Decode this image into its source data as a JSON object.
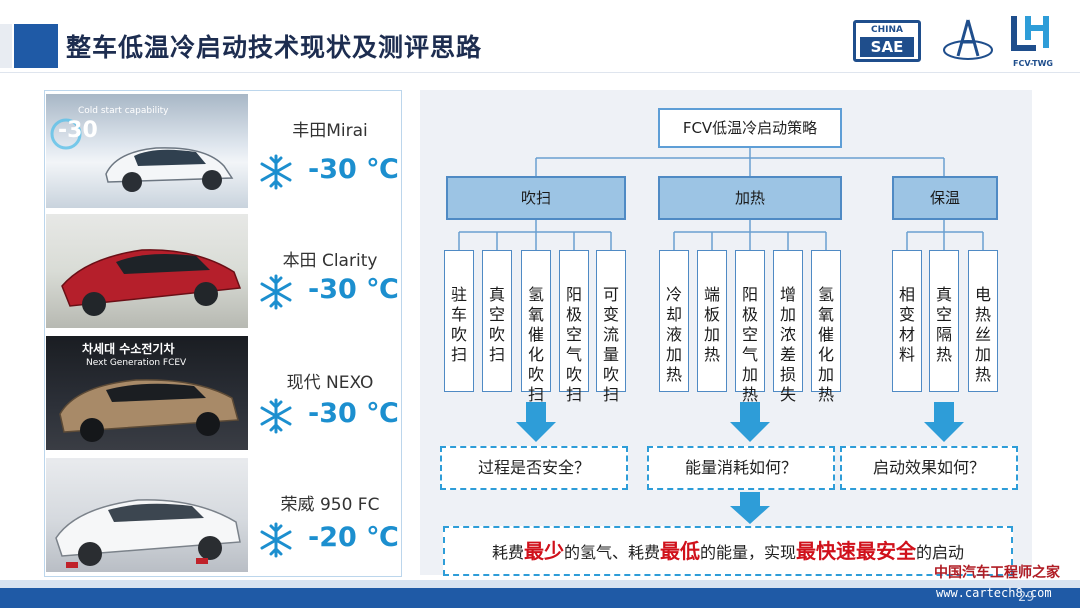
{
  "header": {
    "title": "整车低温冷启动技术现状及测评思路",
    "logo_sae_top": "CHINA",
    "logo_sae_main": "SAE",
    "logo_fcv_caption": "FCV-TWG"
  },
  "cars": [
    {
      "name": "丰田Mirai",
      "temp": "-30 ℃",
      "photo_caption": "Cold start capability",
      "photo_caption2": "-30"
    },
    {
      "name": "本田 Clarity",
      "temp": "-30 ℃"
    },
    {
      "name": "现代 NEXO",
      "temp": "-30 ℃",
      "photo_caption": "차세대 수소전기차",
      "photo_caption2": "Next Generation FCEV"
    },
    {
      "name": "荣威 950 FC",
      "temp": "-20 ℃"
    }
  ],
  "strategy": {
    "root": "FCV低温冷启动策略",
    "categories": [
      {
        "label": "吹扫",
        "items": [
          "驻车吹扫",
          "真空吹扫",
          "氢氧催化吹扫",
          "阳极空气吹扫",
          "可变流量吹扫"
        ],
        "question": "过程是否安全？"
      },
      {
        "label": "加热",
        "items": [
          "冷却液加热",
          "端板加热",
          "阳极空气加热",
          "增加浓差损失",
          "氢氧催化加热"
        ],
        "question": "能量消耗如何？"
      },
      {
        "label": "保温",
        "items": [
          "相变材料",
          "真空隔热",
          "电热丝加热"
        ],
        "question": "启动效果如何？"
      }
    ]
  },
  "summary": {
    "p1": "耗费",
    "h1": "最少",
    "p2": "的氢气、耗费",
    "h2": "最低",
    "p3": "的能量，实现",
    "h3": "最快速最安全",
    "p4": "的启动"
  },
  "footer": {
    "watermark_cn": "中国汽车工程师之家",
    "watermark_url": "www.cartech8.com",
    "page_number": "29"
  },
  "colors": {
    "accent_blue": "#1f5aa6",
    "temp_blue": "#1c8fcf",
    "category_fill": "#9cc4e4",
    "highlight_red": "#d0111b"
  }
}
